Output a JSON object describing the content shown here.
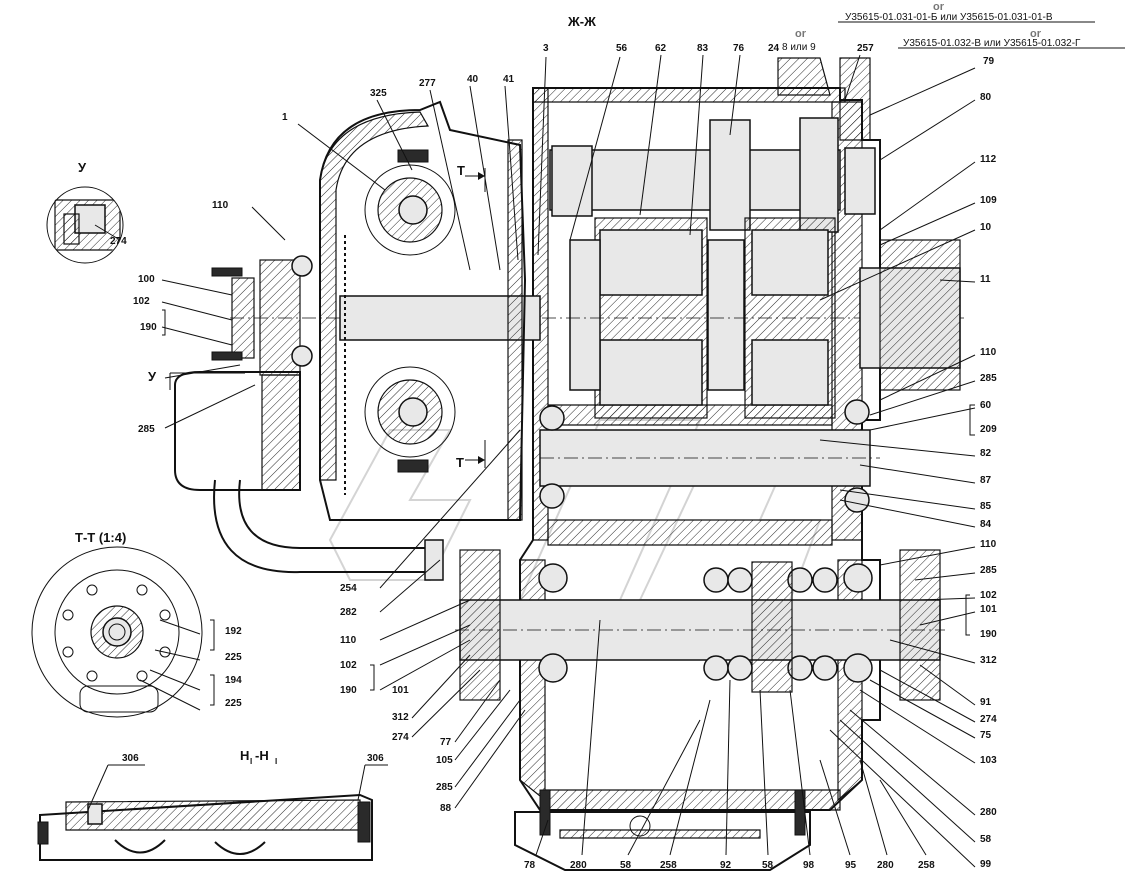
{
  "section_titles": {
    "main_section": "Ж-Ж",
    "tt_section": "Т-Т (1:4)",
    "y_view": "У",
    "y_view_arrow": "У",
    "hh_section": "Н",
    "hh_sub": "I",
    "hh_mid": "-Н",
    "tt_arrow_top": "Т",
    "tt_arrow_bottom": "Т"
  },
  "variants": {
    "or_1": "or",
    "variant_1": "У35615-01.031-01-Б или У35615-01.031-01-В",
    "or_2": "or",
    "variant_2": "У35615-01.032-В или У35615-01.032-Г",
    "label_8_9": "8 или 9"
  },
  "callouts": {
    "c1": "1",
    "c325": "325",
    "c277": "277",
    "c40": "40",
    "c41": "41",
    "c3": "3",
    "c56": "56",
    "c62": "62",
    "c83": "83",
    "c76": "76",
    "c24": "24",
    "c257": "257",
    "c79": "79",
    "c80": "80",
    "c112": "112",
    "c109": "109",
    "c10": "10",
    "c11": "11",
    "c110a": "110",
    "c110b": "110",
    "c110c": "110",
    "c110d": "110",
    "c285a": "285",
    "c285b": "285",
    "c285c": "285",
    "c285d": "285",
    "c60": "60",
    "c209": "209",
    "c82": "82",
    "c87": "87",
    "c85": "85",
    "c84": "84",
    "c100": "100",
    "c102a": "102",
    "c102b": "102",
    "c102c": "102",
    "c190a": "190",
    "c190b": "190",
    "c190c": "190",
    "c274a": "274",
    "c274b": "274",
    "c274c": "274",
    "c254": "254",
    "c282": "282",
    "c101a": "101",
    "c101b": "101",
    "c312a": "312",
    "c312b": "312",
    "c91": "91",
    "c75": "75",
    "c103": "103",
    "c77": "77",
    "c105": "105",
    "c88": "88",
    "c192": "192",
    "c225a": "225",
    "c194": "194",
    "c225b": "225",
    "c306a": "306",
    "c306b": "306",
    "c78": "78",
    "c280a": "280",
    "c58a": "58",
    "c258a": "258",
    "c92": "92",
    "c58b": "58",
    "c98": "98",
    "c95": "95",
    "c280b": "280",
    "c258b": "258",
    "c280c": "280",
    "c58c": "58",
    "c99": "99"
  },
  "colors": {
    "line": "#111111",
    "hatch": "#111111",
    "watermark": "#c9c9c9",
    "or_text": "#777777"
  }
}
